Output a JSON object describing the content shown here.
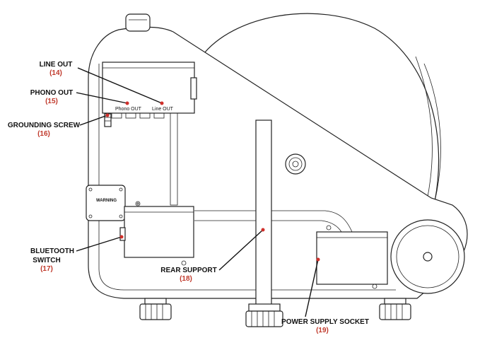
{
  "colors": {
    "line": "#222222",
    "callout_number": "#c0392b",
    "marker": "#d0302b"
  },
  "callouts": [
    {
      "id": "line-out",
      "title": "LINE OUT",
      "number": "(14)"
    },
    {
      "id": "phono-out",
      "title": "PHONO OUT",
      "number": "(15)"
    },
    {
      "id": "grounding-screw",
      "title": "GROUNDING SCREW",
      "number": "(16)"
    },
    {
      "id": "bluetooth-switch",
      "title_line1": "BLUETOOTH",
      "title_line2": "SWITCH",
      "number": "(17)"
    },
    {
      "id": "rear-support",
      "title": "REAR SUPPORT",
      "number": "(18)"
    },
    {
      "id": "power-supply-socket",
      "title": "POWER SUPPLY SOCKET",
      "number": "(19)"
    }
  ],
  "panel_labels": {
    "phono_out": "Phono OUT",
    "line_out": "Line OUT",
    "warning": "WARNING"
  }
}
